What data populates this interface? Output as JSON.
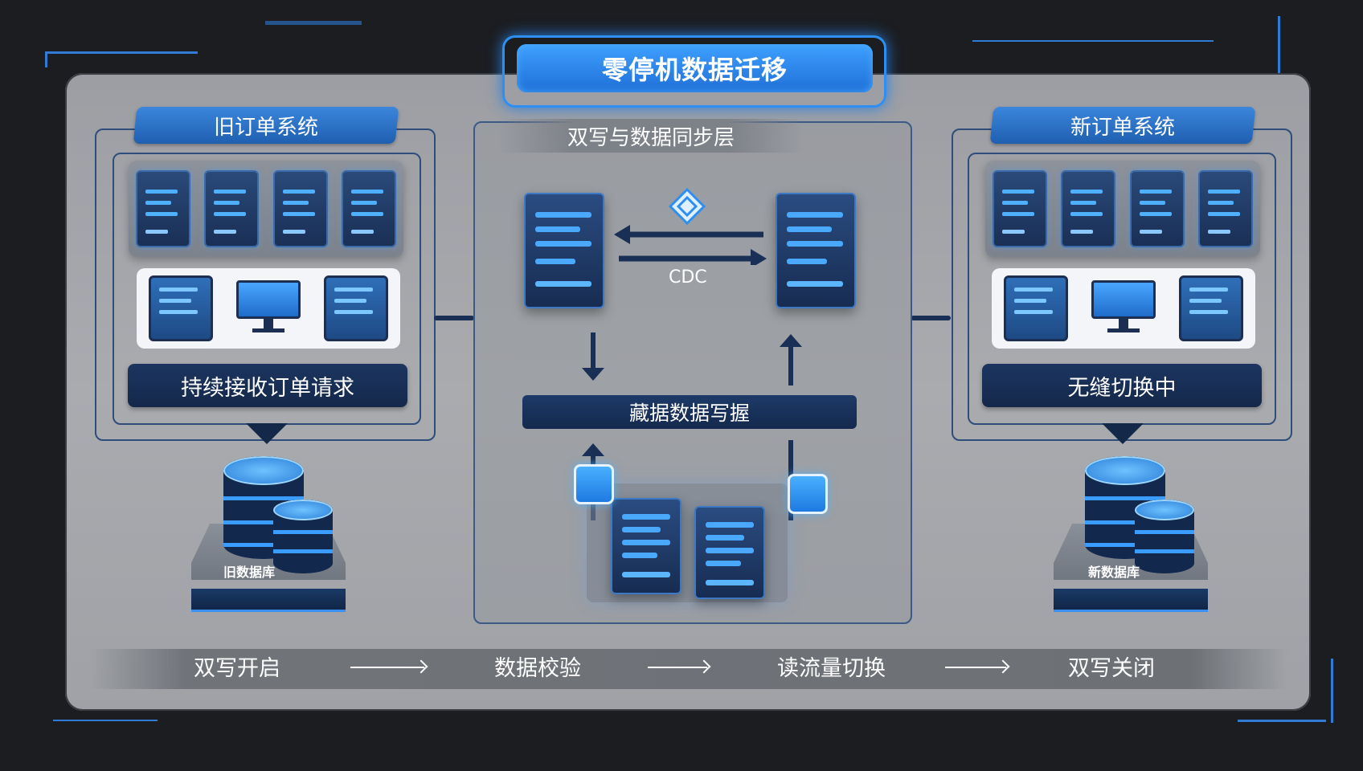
{
  "title": "零停机数据迁移",
  "old_system": {
    "header": "旧订单系统",
    "status": "持续接收订单请求",
    "db_label": "旧数据库"
  },
  "new_system": {
    "header": "新订单系统",
    "status": "无缝切换中",
    "db_label": "新数据库"
  },
  "sync_layer": {
    "header": "双写与数据同步层",
    "cdc_label": "CDC",
    "layer_label": "藏据数据写握"
  },
  "timeline": {
    "steps": [
      "双写开启",
      "数据校验",
      "读流量切换",
      "双写关闭"
    ]
  },
  "colors": {
    "accent": "#2f8ff0",
    "dark_navy": "#14284a",
    "panel_grey": "#a3a5a9"
  }
}
